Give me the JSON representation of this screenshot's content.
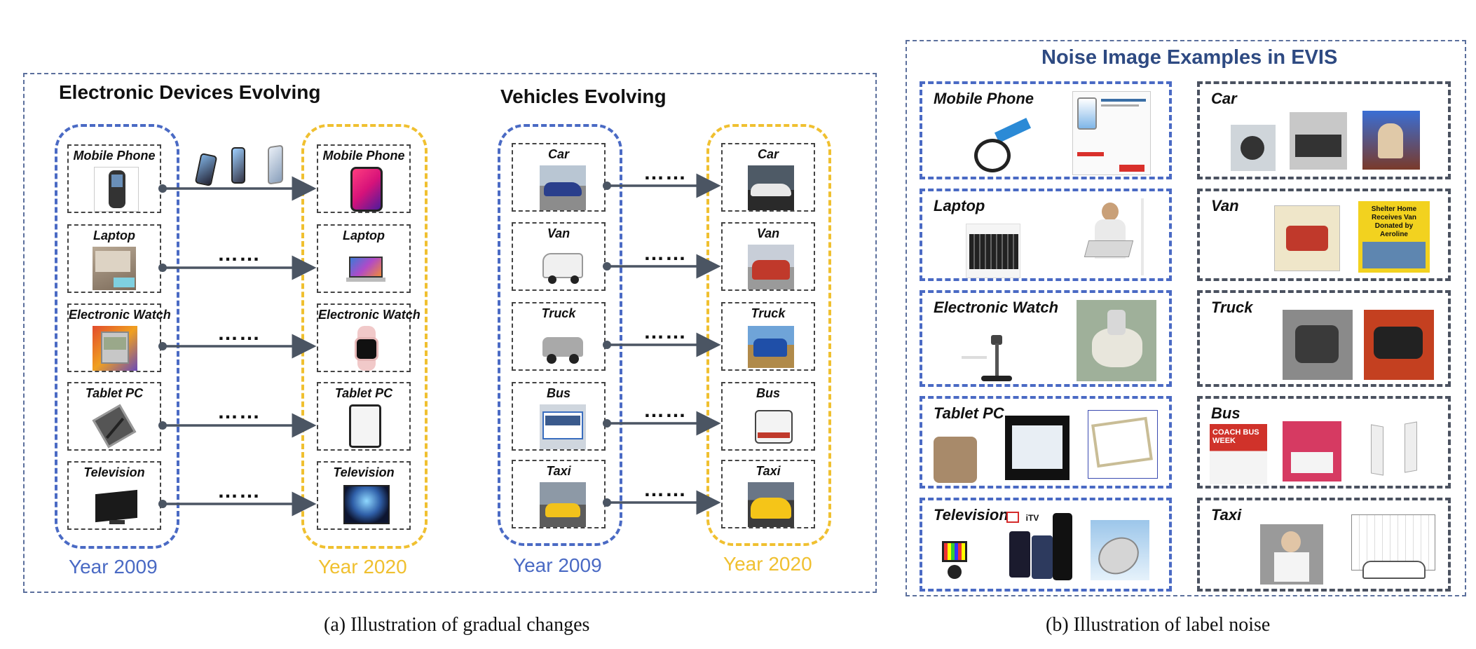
{
  "left": {
    "electronic_title": "Electronic Devices Evolving",
    "vehicles_title": "Vehicles Evolving",
    "electronic_items": [
      "Mobile Phone",
      "Laptop",
      "Electronic Watch",
      "Tablet PC",
      "Television"
    ],
    "vehicle_items": [
      "Car",
      "Van",
      "Truck",
      "Bus",
      "Taxi"
    ],
    "year_start": "Year 2009",
    "year_end": "Year 2020",
    "ellipsis": "……",
    "caption": "(a) Illustration of gradual changes"
  },
  "right": {
    "title": "Noise Image Examples in  EVIS",
    "electronic_items": [
      "Mobile Phone",
      "Laptop",
      "Electronic Watch",
      "Tablet PC",
      "Television"
    ],
    "vehicle_items": [
      "Car",
      "Van",
      "Truck",
      "Bus",
      "Taxi"
    ],
    "van_sign": "Shelter Home Receives Van Donated by Aeroline",
    "bus_magazine": "COACH BUS WEEK",
    "itv_label": "iTV",
    "caption": "(b) Illustration of label noise"
  },
  "colors": {
    "blue": "#4a6ac4",
    "yellow": "#f0c030",
    "panel_border": "#5b6f9c",
    "noise_title": "#2e4a82",
    "arrow": "#4b5563"
  }
}
